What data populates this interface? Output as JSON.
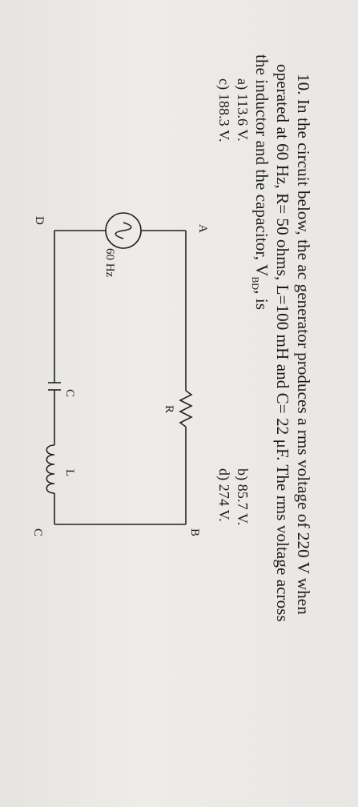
{
  "question": {
    "number": "10.",
    "line1": "In the circuit below, the ac generator produces a rms voltage of 220 V when",
    "line2": "operated at 60 Hz, R= 50 ohms, L=100 mH and C= 22 μF.  The rms voltage across",
    "line3_pre": "the inductor and the capacitor, V",
    "line3_sub": "BD",
    "line3_post": ",  is"
  },
  "options": {
    "a": "a) 113.6 V.",
    "b": "b) 85.7 V.",
    "c": "c) 188.3 V.",
    "d": "d) 274 V."
  },
  "circuit": {
    "node_a": "A",
    "node_b": "B",
    "node_c": "C",
    "node_d": "D",
    "source_label": "60 Hz",
    "resistor_label": "R",
    "capacitor_label": "C",
    "inductor_label": "L"
  }
}
